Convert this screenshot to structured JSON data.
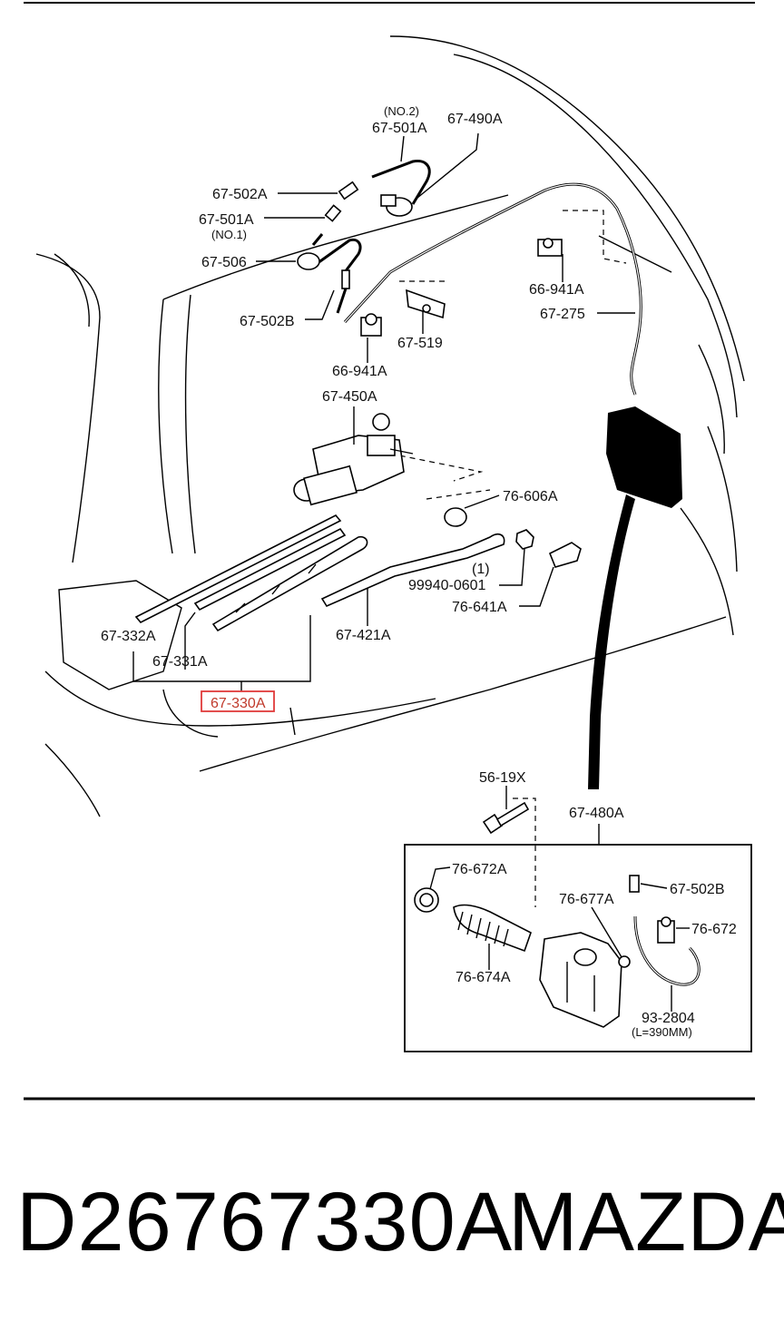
{
  "labels": {
    "no2": "(NO.2)",
    "p67_501A_top": "67-501A",
    "p67_490A": "67-490A",
    "p67_502A": "67-502A",
    "p67_501A": "67-501A",
    "no1": "(NO.1)",
    "p67_506": "67-506",
    "p67_502B": "67-502B",
    "p66_941A_right": "66-941A",
    "p67_275": "67-275",
    "p67_519": "67-519",
    "p66_941A": "66-941A",
    "p67_450A": "67-450A",
    "p76_606A": "76-606A",
    "p1": "(1)",
    "p99940_0601": "99940-0601",
    "p76_641A": "76-641A",
    "p67_332A": "67-332A",
    "p67_421A": "67-421A",
    "p67_331A": "67-331A",
    "p67_330A": "67-330A",
    "p56_19X": "56-19X",
    "p67_480A": "67-480A",
    "p76_672A": "76-672A",
    "p76_677A": "76-677A",
    "p67_502B_box": "67-502B",
    "p76_672": "76-672",
    "p76_674A": "76-674A",
    "p93_2804": "93-2804",
    "length_note": "(L=390MM)"
  },
  "highlight": {
    "label": "67-330A",
    "color": "#e03a3a"
  },
  "footer": {
    "part_number": "D26767330A",
    "brand": "MAZDA"
  }
}
